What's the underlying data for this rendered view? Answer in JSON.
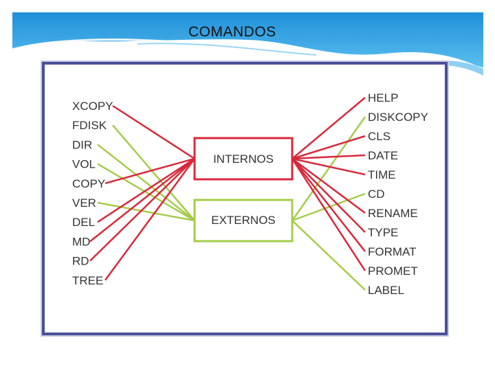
{
  "slide": {
    "title": "COMANDOS"
  },
  "colors": {
    "internal": "#d8283a",
    "external": "#a5cc4a",
    "frame": "#4a4f9a",
    "banner": "#2a9fe0"
  },
  "diagram": {
    "internal_label": "INTERNOS",
    "external_label": "EXTERNOS",
    "left": [
      {
        "label": "XCOPY",
        "group": "internal"
      },
      {
        "label": "FDISK",
        "group": "external"
      },
      {
        "label": "DIR",
        "group": "external"
      },
      {
        "label": "VOL",
        "group": "external"
      },
      {
        "label": "COPY",
        "group": "internal"
      },
      {
        "label": "VER",
        "group": "external"
      },
      {
        "label": "DEL",
        "group": "internal"
      },
      {
        "label": "MD",
        "group": "internal"
      },
      {
        "label": "RD",
        "group": "internal"
      },
      {
        "label": "TREE",
        "group": "internal"
      }
    ],
    "right": [
      {
        "label": "HELP",
        "group": "internal"
      },
      {
        "label": "DISKCOPY",
        "group": "external"
      },
      {
        "label": "CLS",
        "group": "internal"
      },
      {
        "label": "DATE",
        "group": "internal"
      },
      {
        "label": "TIME",
        "group": "internal"
      },
      {
        "label": "CD",
        "group": "external"
      },
      {
        "label": "RENAME",
        "group": "internal"
      },
      {
        "label": "TYPE",
        "group": "internal"
      },
      {
        "label": "FORMAT",
        "group": "internal"
      },
      {
        "label": "PROMET",
        "group": "internal"
      },
      {
        "label": "LABEL",
        "group": "external"
      }
    ]
  }
}
